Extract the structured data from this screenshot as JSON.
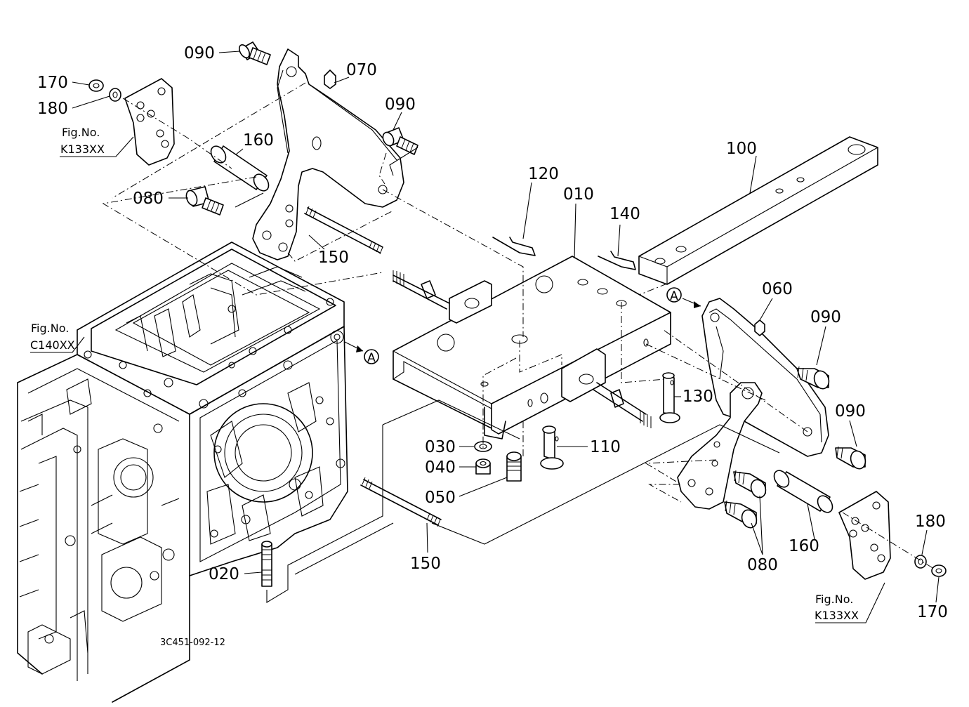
{
  "labels": {
    "p010": "010",
    "p020": "020",
    "p030": "030",
    "p040": "040",
    "p050": "050",
    "p060": "060",
    "p070": "070",
    "p080_top": "080",
    "p080_bottom": "080",
    "p090_top_left": "090",
    "p090_top_mid": "090",
    "p090_right_upper": "090",
    "p090_right_lower": "090",
    "p100": "100",
    "p110": "110",
    "p120": "120",
    "p130": "130",
    "p140": "140",
    "p150_upper": "150",
    "p150_lower": "150",
    "p160_upper": "160",
    "p160_lower": "160",
    "p170_left": "170",
    "p170_right": "170",
    "p180_left": "180",
    "p180_right": "180"
  },
  "references": {
    "fig_k133_left": {
      "title": "Fig.No.",
      "code": "K133XX"
    },
    "fig_c140": {
      "title": "Fig.No.",
      "code": "C140XX"
    },
    "fig_k133_right": {
      "title": "Fig.No.",
      "code": "K133XX"
    }
  },
  "callouts": {
    "a_left": "A",
    "a_right": "A"
  },
  "drawing_code": "3C451-092-12"
}
